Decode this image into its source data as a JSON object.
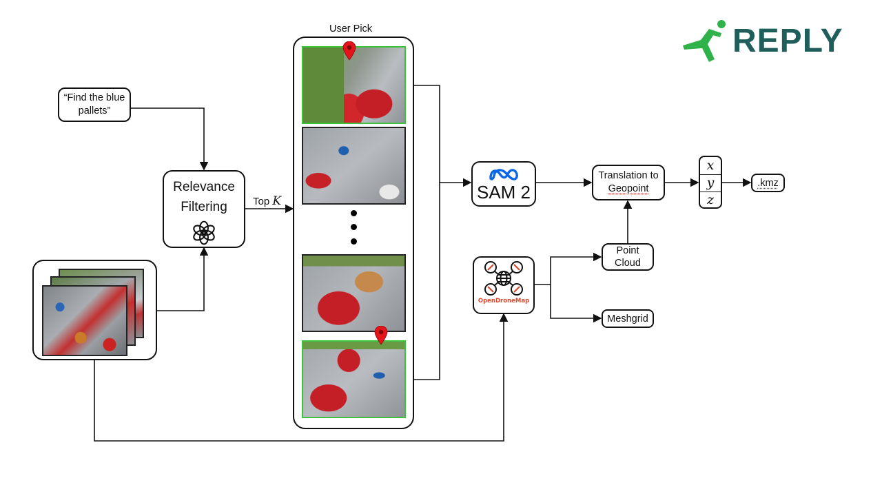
{
  "query": {
    "text_line1": "“Find the blue",
    "text_line2": "pallets”"
  },
  "relevance": {
    "line1": "Relevance",
    "line2": "Filtering",
    "icon": "openai-icon"
  },
  "topk": {
    "prefix": "Top",
    "var": "K"
  },
  "user_pick": {
    "title": "User Pick",
    "ellipsis_dots": 3
  },
  "sam": {
    "label": "SAM 2",
    "icon": "meta-logo-icon"
  },
  "translation": {
    "line1": "Translation to",
    "line2": "Geopoint"
  },
  "coords": [
    "x",
    "y",
    "z"
  ],
  "output": {
    "label": ".kmz"
  },
  "odm": {
    "label": "OpenDroneMap",
    "icon": "drone-icon"
  },
  "point_cloud": {
    "line1": "Point",
    "line2": "Cloud"
  },
  "meshgrid": {
    "label": "Meshgrid"
  },
  "logo": {
    "text": "REPLY",
    "color": "#1f5e5a",
    "accent": "#2fb24a"
  },
  "colors": {
    "selection": "#3cc33c",
    "pin": "#e4141b",
    "odm_red": "#d9472b"
  }
}
